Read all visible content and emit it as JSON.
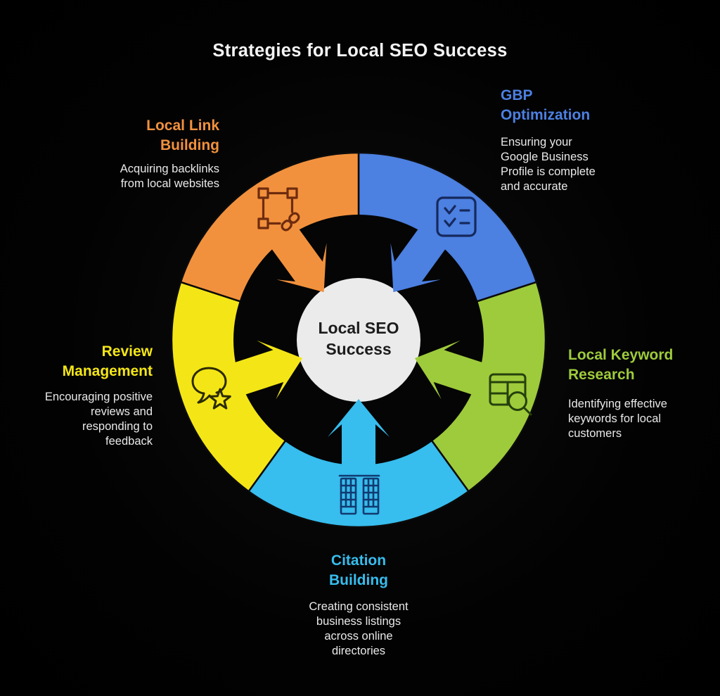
{
  "title": "Strategies for Local SEO Success",
  "center": {
    "label": "Local SEO\nSuccess",
    "bg": "#EBEBEB",
    "text_color": "#1C1C1C"
  },
  "background": "#000000",
  "wheel": {
    "hub_color": "#050505",
    "divider_color": "#0B0B0B"
  },
  "segments": [
    {
      "id": "gbp",
      "title": "GBP\nOptimization",
      "description": "Ensuring your\nGoogle Business\nProfile is complete\nand accurate",
      "color": "#4C80E1",
      "icon": "checklist-icon"
    },
    {
      "id": "keyword",
      "title": "Local Keyword\nResearch",
      "description": "Identifying effective\nkeywords for local\ncustomers",
      "color": "#9ECB3B",
      "icon": "table-search-icon"
    },
    {
      "id": "citation",
      "title": "Citation\nBuilding",
      "description": "Creating consistent\nbusiness listings\nacross online\ndirectories",
      "color": "#37BDEE",
      "icon": "buildings-icon"
    },
    {
      "id": "review",
      "title": "Review\nManagement",
      "description": "Encouraging positive\nreviews and\nresponding to\nfeedback",
      "color": "#F4E616",
      "icon": "chat-star-icon"
    },
    {
      "id": "link",
      "title": "Local Link\nBuilding",
      "description": "Acquiring backlinks\nfrom local websites",
      "color": "#F2913D",
      "icon": "link-frame-icon"
    }
  ]
}
